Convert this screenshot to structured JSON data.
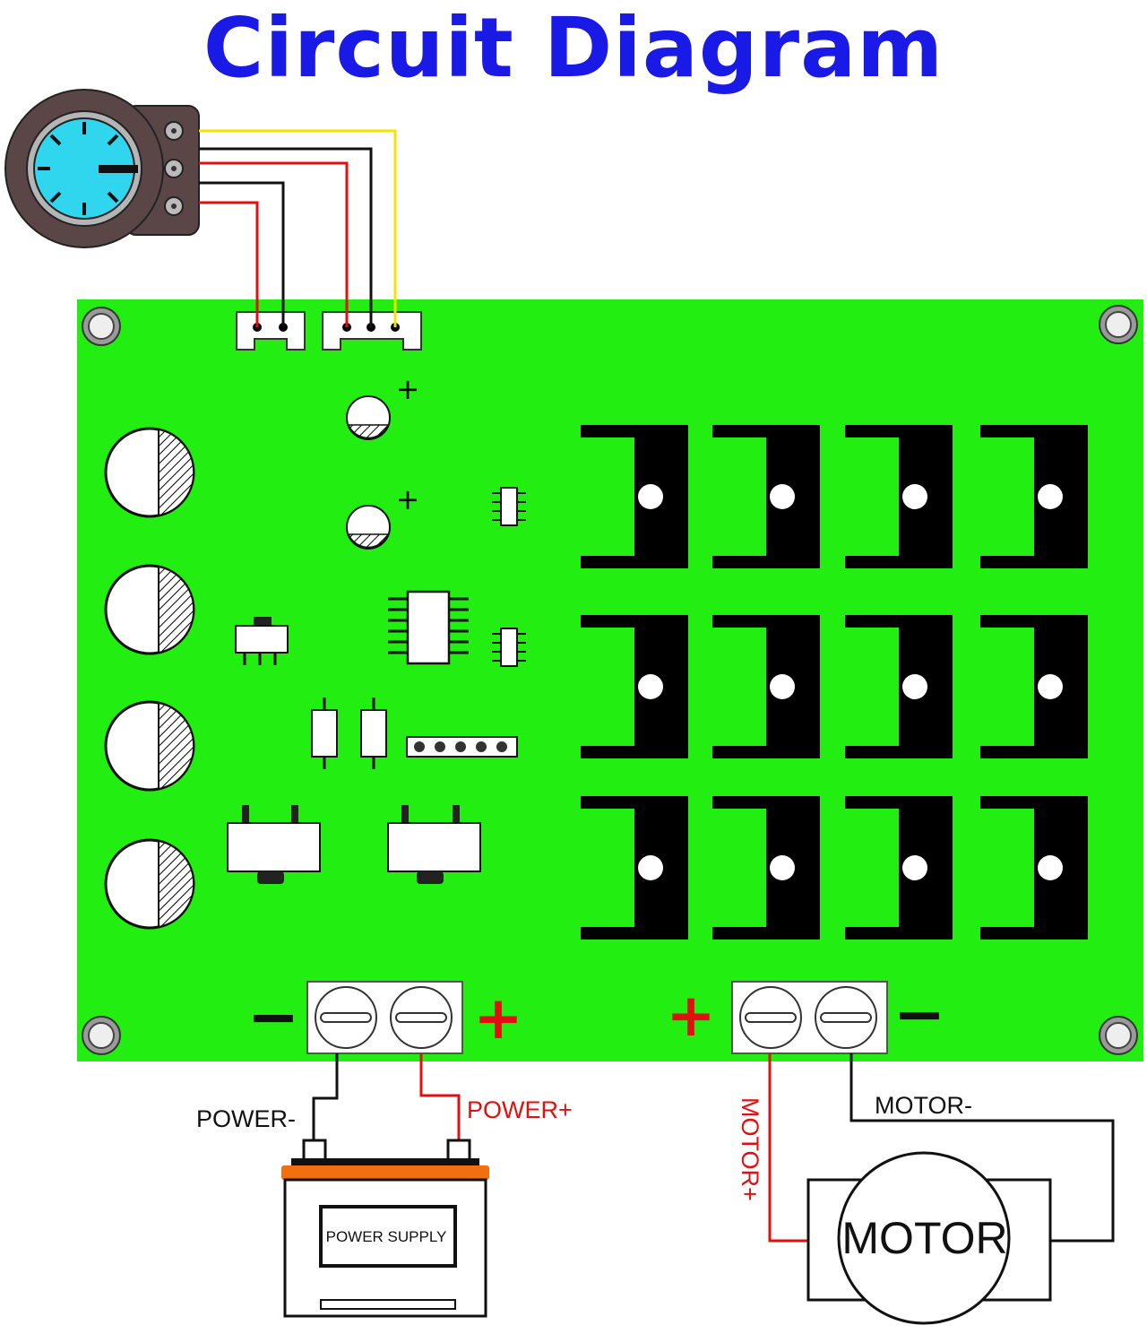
{
  "title": "Circuit Diagram",
  "labels": {
    "power_minus": "POWER-",
    "power_plus": "POWER+",
    "motor_plus": "MOTOR+",
    "motor_minus": "MOTOR-",
    "power_supply": "POWER SUPPLY",
    "motor": "MOTOR",
    "terminal_left_minus": "−",
    "terminal_left_plus": "+",
    "terminal_right_plus": "+",
    "terminal_right_minus": "−",
    "cap_plus_1": "+",
    "cap_plus_2": "+"
  },
  "colors": {
    "title": "#1a1ae6",
    "board": "#22ee11",
    "knob": "#2fd6ee",
    "knob_body": "#5a4646",
    "wire_red": "#e01010",
    "wire_black": "#111111",
    "wire_yellow": "#f5e400",
    "battery_top": "#f07010"
  },
  "icons": {
    "potentiometer": "potentiometer-icon",
    "battery": "battery-icon",
    "motor": "motor-icon"
  }
}
